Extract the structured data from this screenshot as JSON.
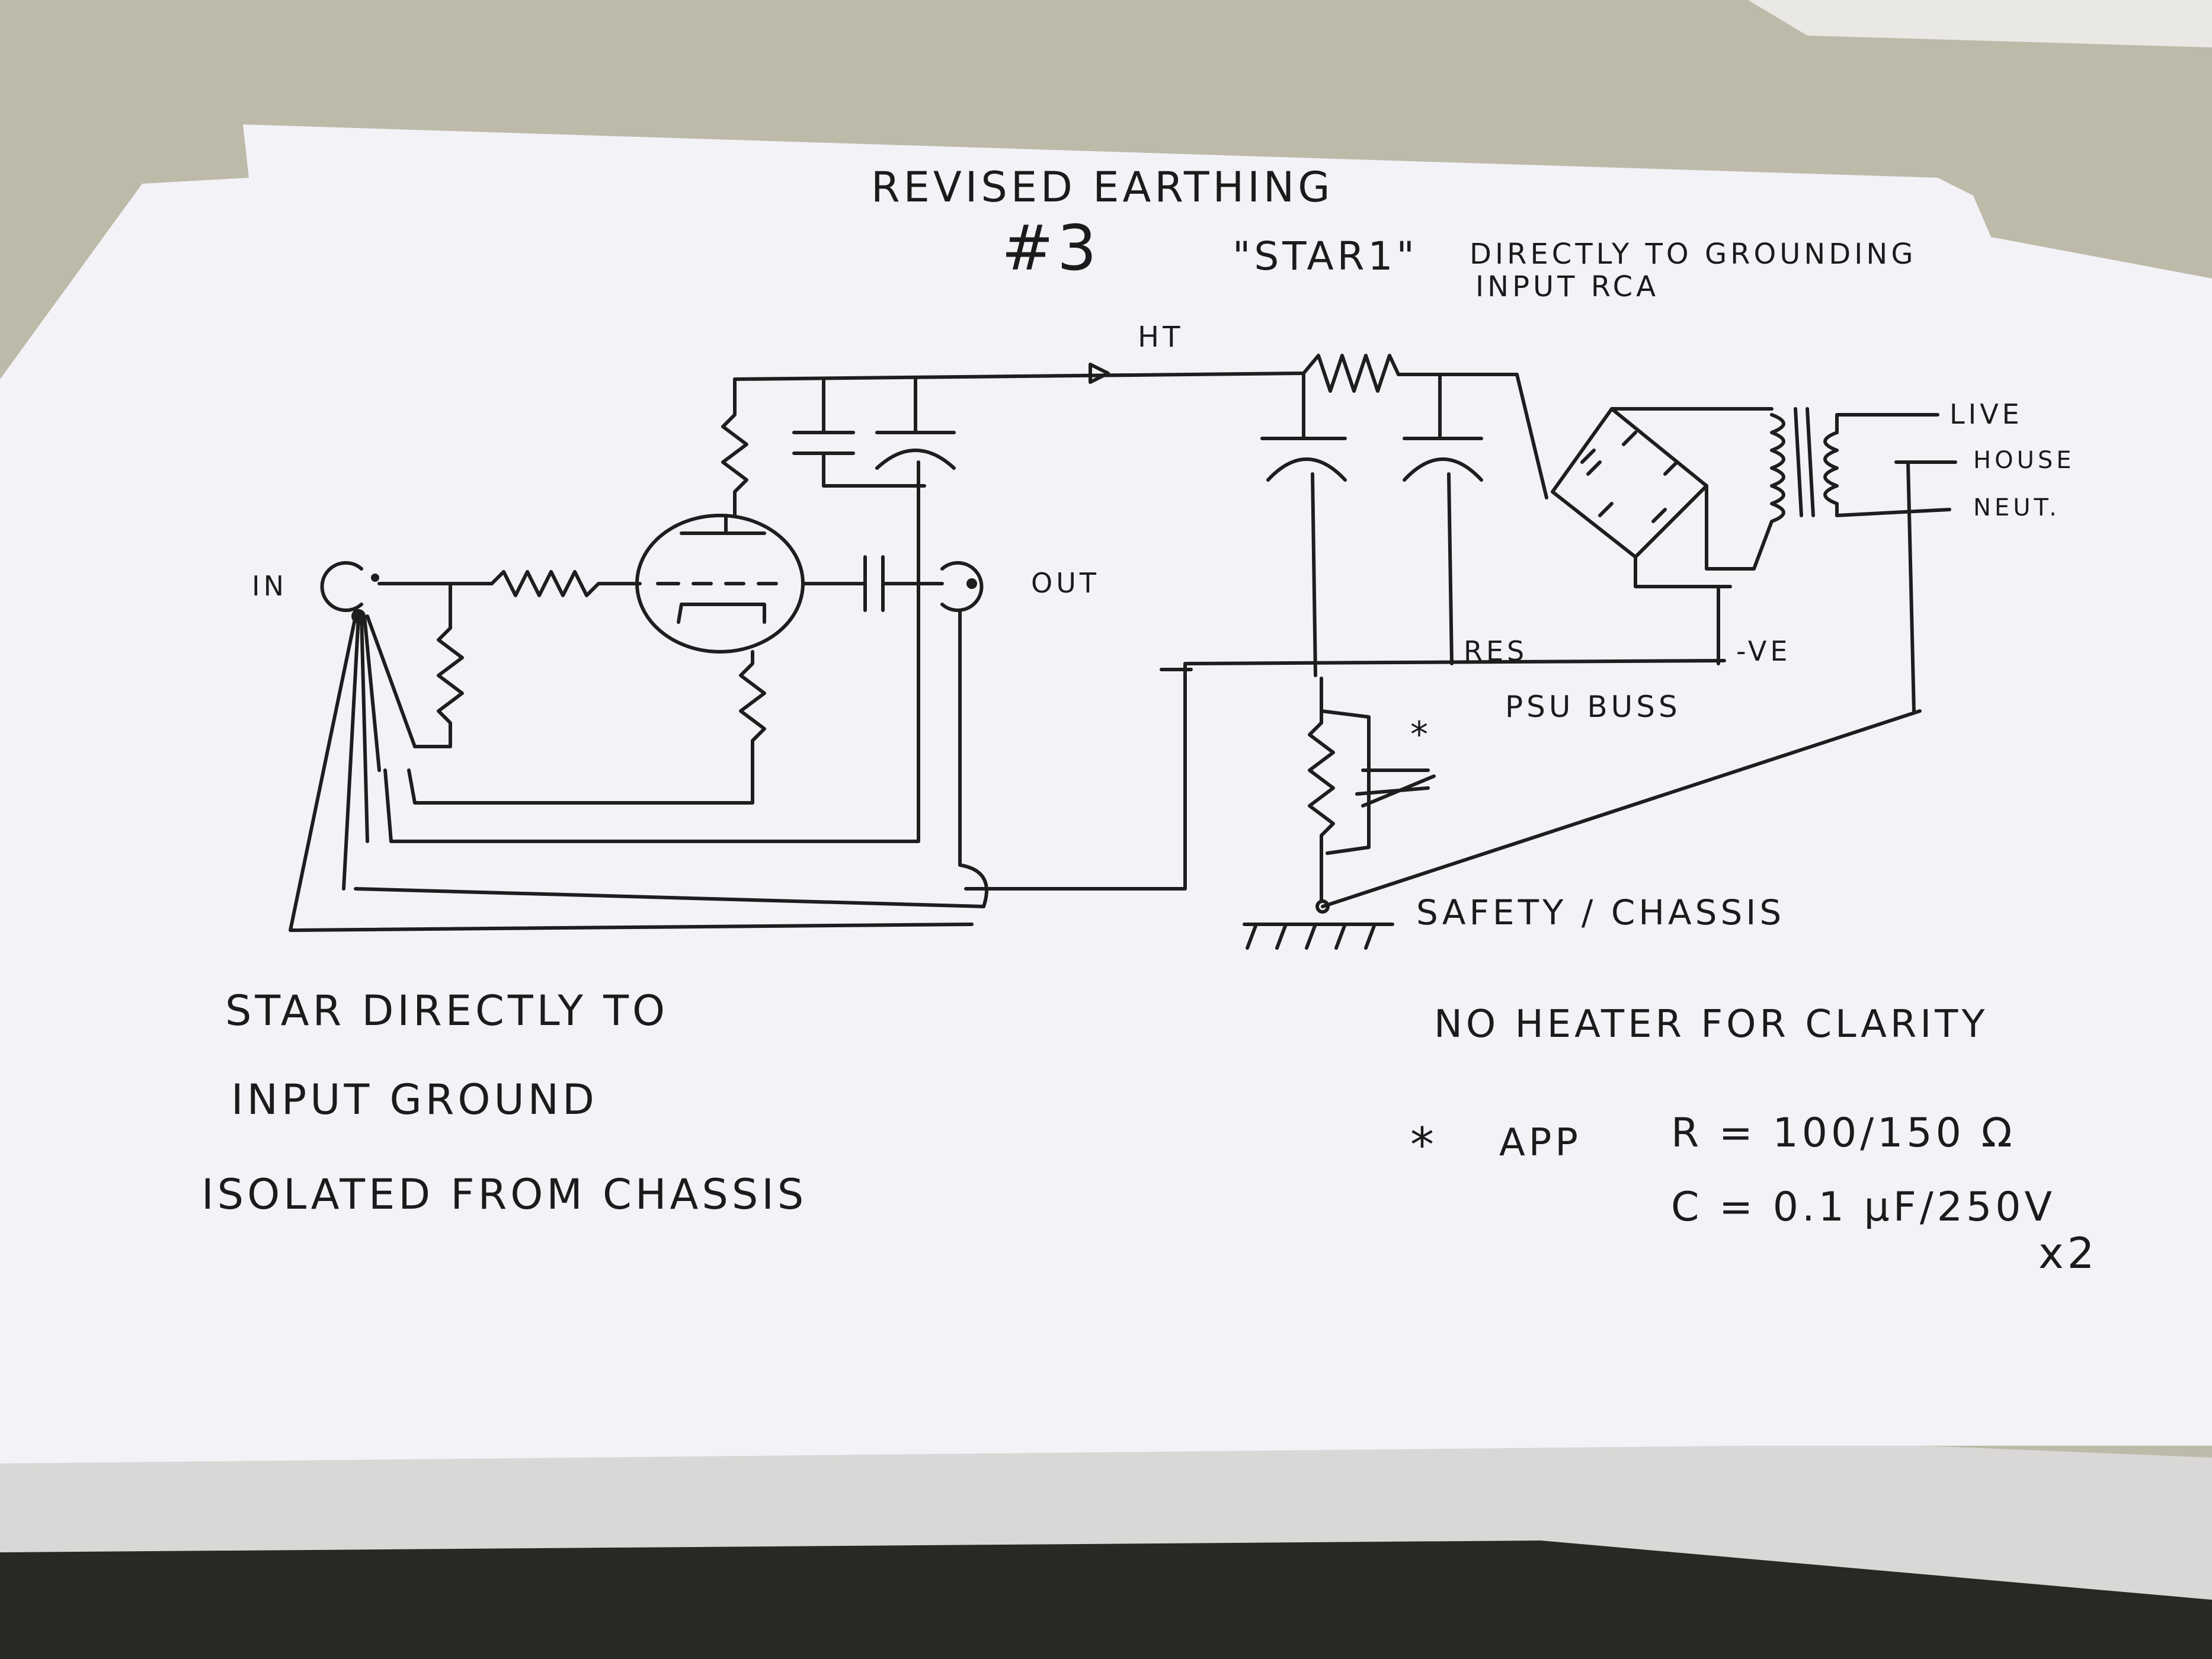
{
  "colors": {
    "background": "#b9b6a6",
    "paper": "#f3f2f7",
    "ink": "#1e1e1e",
    "shadow": "#2a2824"
  },
  "title": {
    "line1": "REVISED EARTHING",
    "number": "#3",
    "quote": "\"STAR1\"",
    "desc1": "DIRECTLY TO GROUNDING",
    "desc2": "INPUT RCA"
  },
  "labels": {
    "ht": "HT",
    "in": "IN",
    "out": "OUT",
    "live": "LIVE",
    "house": "HOUSE",
    "neut": "NEUT.",
    "res": "RES",
    "ve": "-VE",
    "psu_buss": "PSU BUSS",
    "star_mark": "*",
    "safety": "SAFETY / CHASSIS"
  },
  "notes": {
    "left1": "STAR DIRECTLY TO",
    "left2": "INPUT GROUND",
    "left3": "ISOLATED FROM CHASSIS",
    "right1": "NO HEATER FOR CLARITY",
    "app_star": "*",
    "app_label": "APP",
    "app_r": "R = 100/150 Ω",
    "app_c": "C = 0.1 μF/250V",
    "app_x2": "x2"
  }
}
